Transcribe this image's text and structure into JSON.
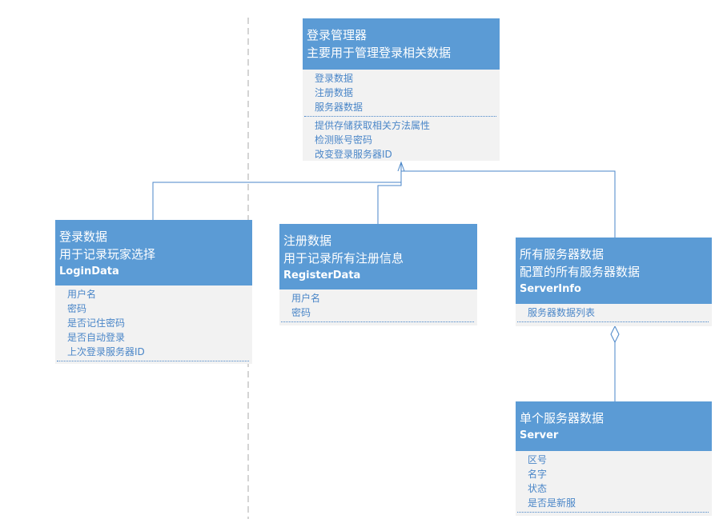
{
  "manager": {
    "title1": "登录管理器",
    "title2": "主要用于管理登录相关数据",
    "attrs": [
      "登录数据",
      "注册数据",
      "服务器数据"
    ],
    "methods": [
      "提供存储获取相关方法属性",
      "检测账号密码",
      "改变登录服务器ID"
    ]
  },
  "login": {
    "title1": "登录数据",
    "title2": "用于记录玩家选择",
    "cls": "LoginData",
    "attrs": [
      "用户名",
      "密码",
      "是否记住密码",
      "是否自动登录",
      "上次登录服务器ID"
    ]
  },
  "register": {
    "title1": "注册数据",
    "title2": "用于记录所有注册信息",
    "cls": "RegisterData",
    "attrs": [
      "用户名",
      "密码"
    ]
  },
  "serverinfo": {
    "title1": "所有服务器数据",
    "title2": "配置的所有服务器数据",
    "cls": "ServerInfo",
    "attrs": [
      "服务器数据列表"
    ]
  },
  "server": {
    "title1": "单个服务器数据",
    "cls": "Server",
    "attrs": [
      "区号",
      "名字",
      "状态",
      "是否是新服"
    ]
  },
  "colors": {
    "header": "#5b9bd5",
    "body": "#f2f2f2",
    "text": "#4a86c8"
  }
}
